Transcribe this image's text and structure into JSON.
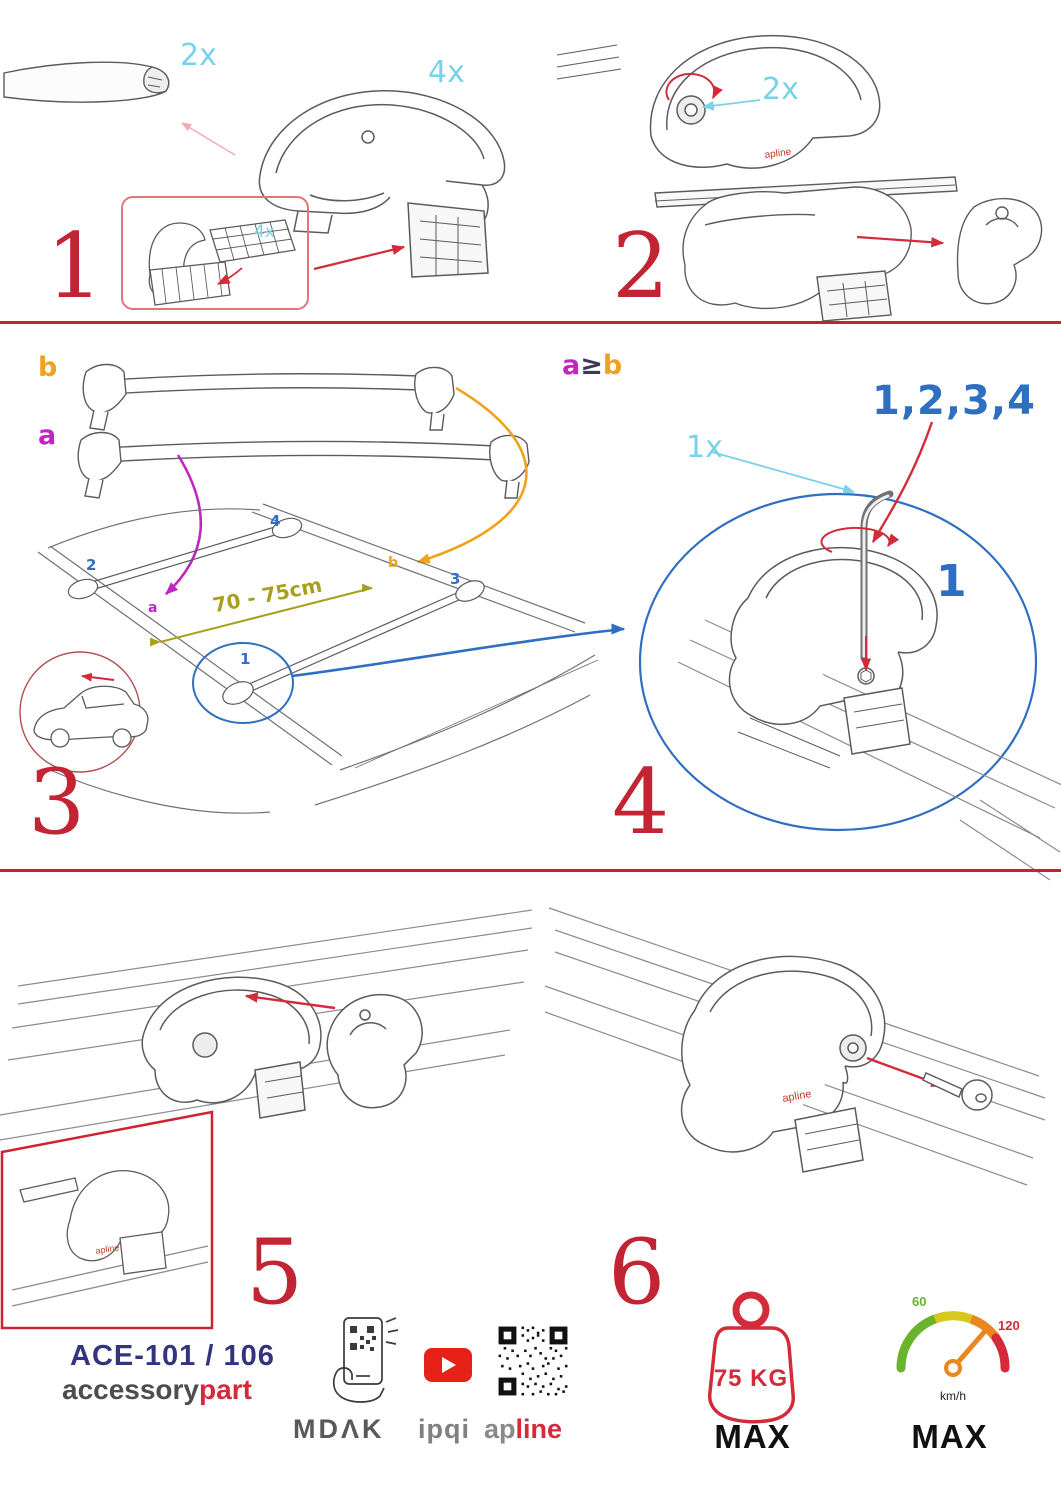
{
  "colors": {
    "red": "#c22433",
    "cyan": "#79d2ea",
    "blue": "#2e6fc2",
    "orange": "#efa21e",
    "magenta": "#c026c0",
    "olive": "#a8a01c",
    "navy": "#34347e"
  },
  "step1": {
    "number": "1",
    "qty_bar": "2x",
    "qty_foot": "4x",
    "qty_pad": "4x"
  },
  "step2": {
    "number": "2",
    "qty_key": "2x",
    "brand": "apline"
  },
  "step3": {
    "number": "3",
    "label_b": "b",
    "label_a": "a",
    "pos_1": "1",
    "pos_2": "2",
    "pos_3": "3",
    "pos_4": "4",
    "pos_a": "a",
    "pos_b": "b",
    "distance": "70 - 75cm"
  },
  "step4": {
    "number": "4",
    "cond_a": "a",
    "cond_op": "≥",
    "cond_b": "b",
    "sequence": "1,2,3,4",
    "qty_key": "1x",
    "pos_1": "1"
  },
  "step5": {
    "number": "5",
    "brand": "apline"
  },
  "step6": {
    "number": "6",
    "brand": "apline"
  },
  "footer": {
    "model": "ACE-101 / 106",
    "brand_gray": "accessory",
    "brand_red": "part",
    "logo_mdak": "MDΛK",
    "logo_ipqi": "ipqi",
    "logo_ap": "ap",
    "logo_line": "line",
    "weight": "75 KG",
    "weight_max": "MAX",
    "speed_min": "60",
    "speed_max_value": "120",
    "speed_unit": "km/h",
    "speed_max": "MAX"
  }
}
